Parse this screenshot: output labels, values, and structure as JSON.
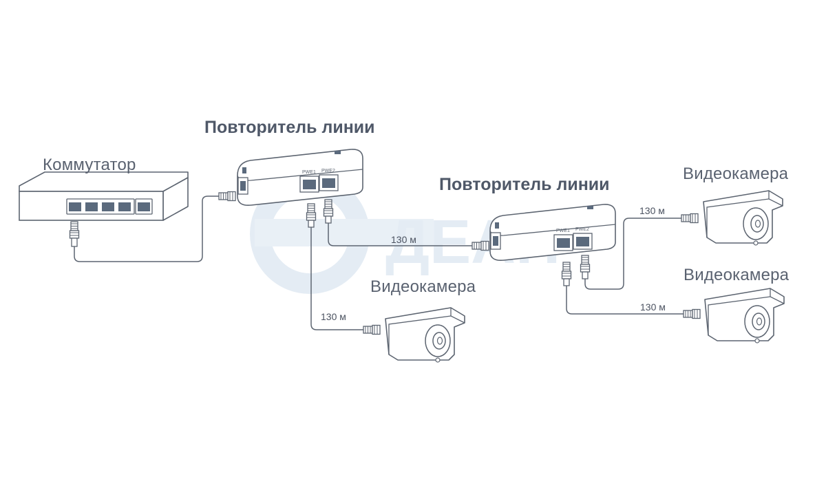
{
  "labels": {
    "switch": "Коммутатор",
    "repeater_1": "Повторитель линии",
    "repeater_2": "Повторитель линии",
    "camera_1": "Видеокамера",
    "camera_2": "Видеокамера",
    "camera_3": "Видеокамера"
  },
  "distances": {
    "link_repeater1_camera": "130 м",
    "link_repeater1_repeater2": "130 м",
    "link_repeater2_camera_top": "130 м",
    "link_repeater2_camera_bottom": "130 м"
  },
  "ports": {
    "pwe1": "PWE1",
    "pwe2": "PWE2"
  },
  "watermark": "ДЕАН",
  "colors": {
    "line": "#5c6470",
    "text": "#5a6270",
    "port": "#5b6a7d",
    "watermark": "#e4ecf4"
  },
  "icons": [
    "switch-icon",
    "line-repeater-icon",
    "cctv-camera-icon",
    "rj45-plug-icon"
  ]
}
